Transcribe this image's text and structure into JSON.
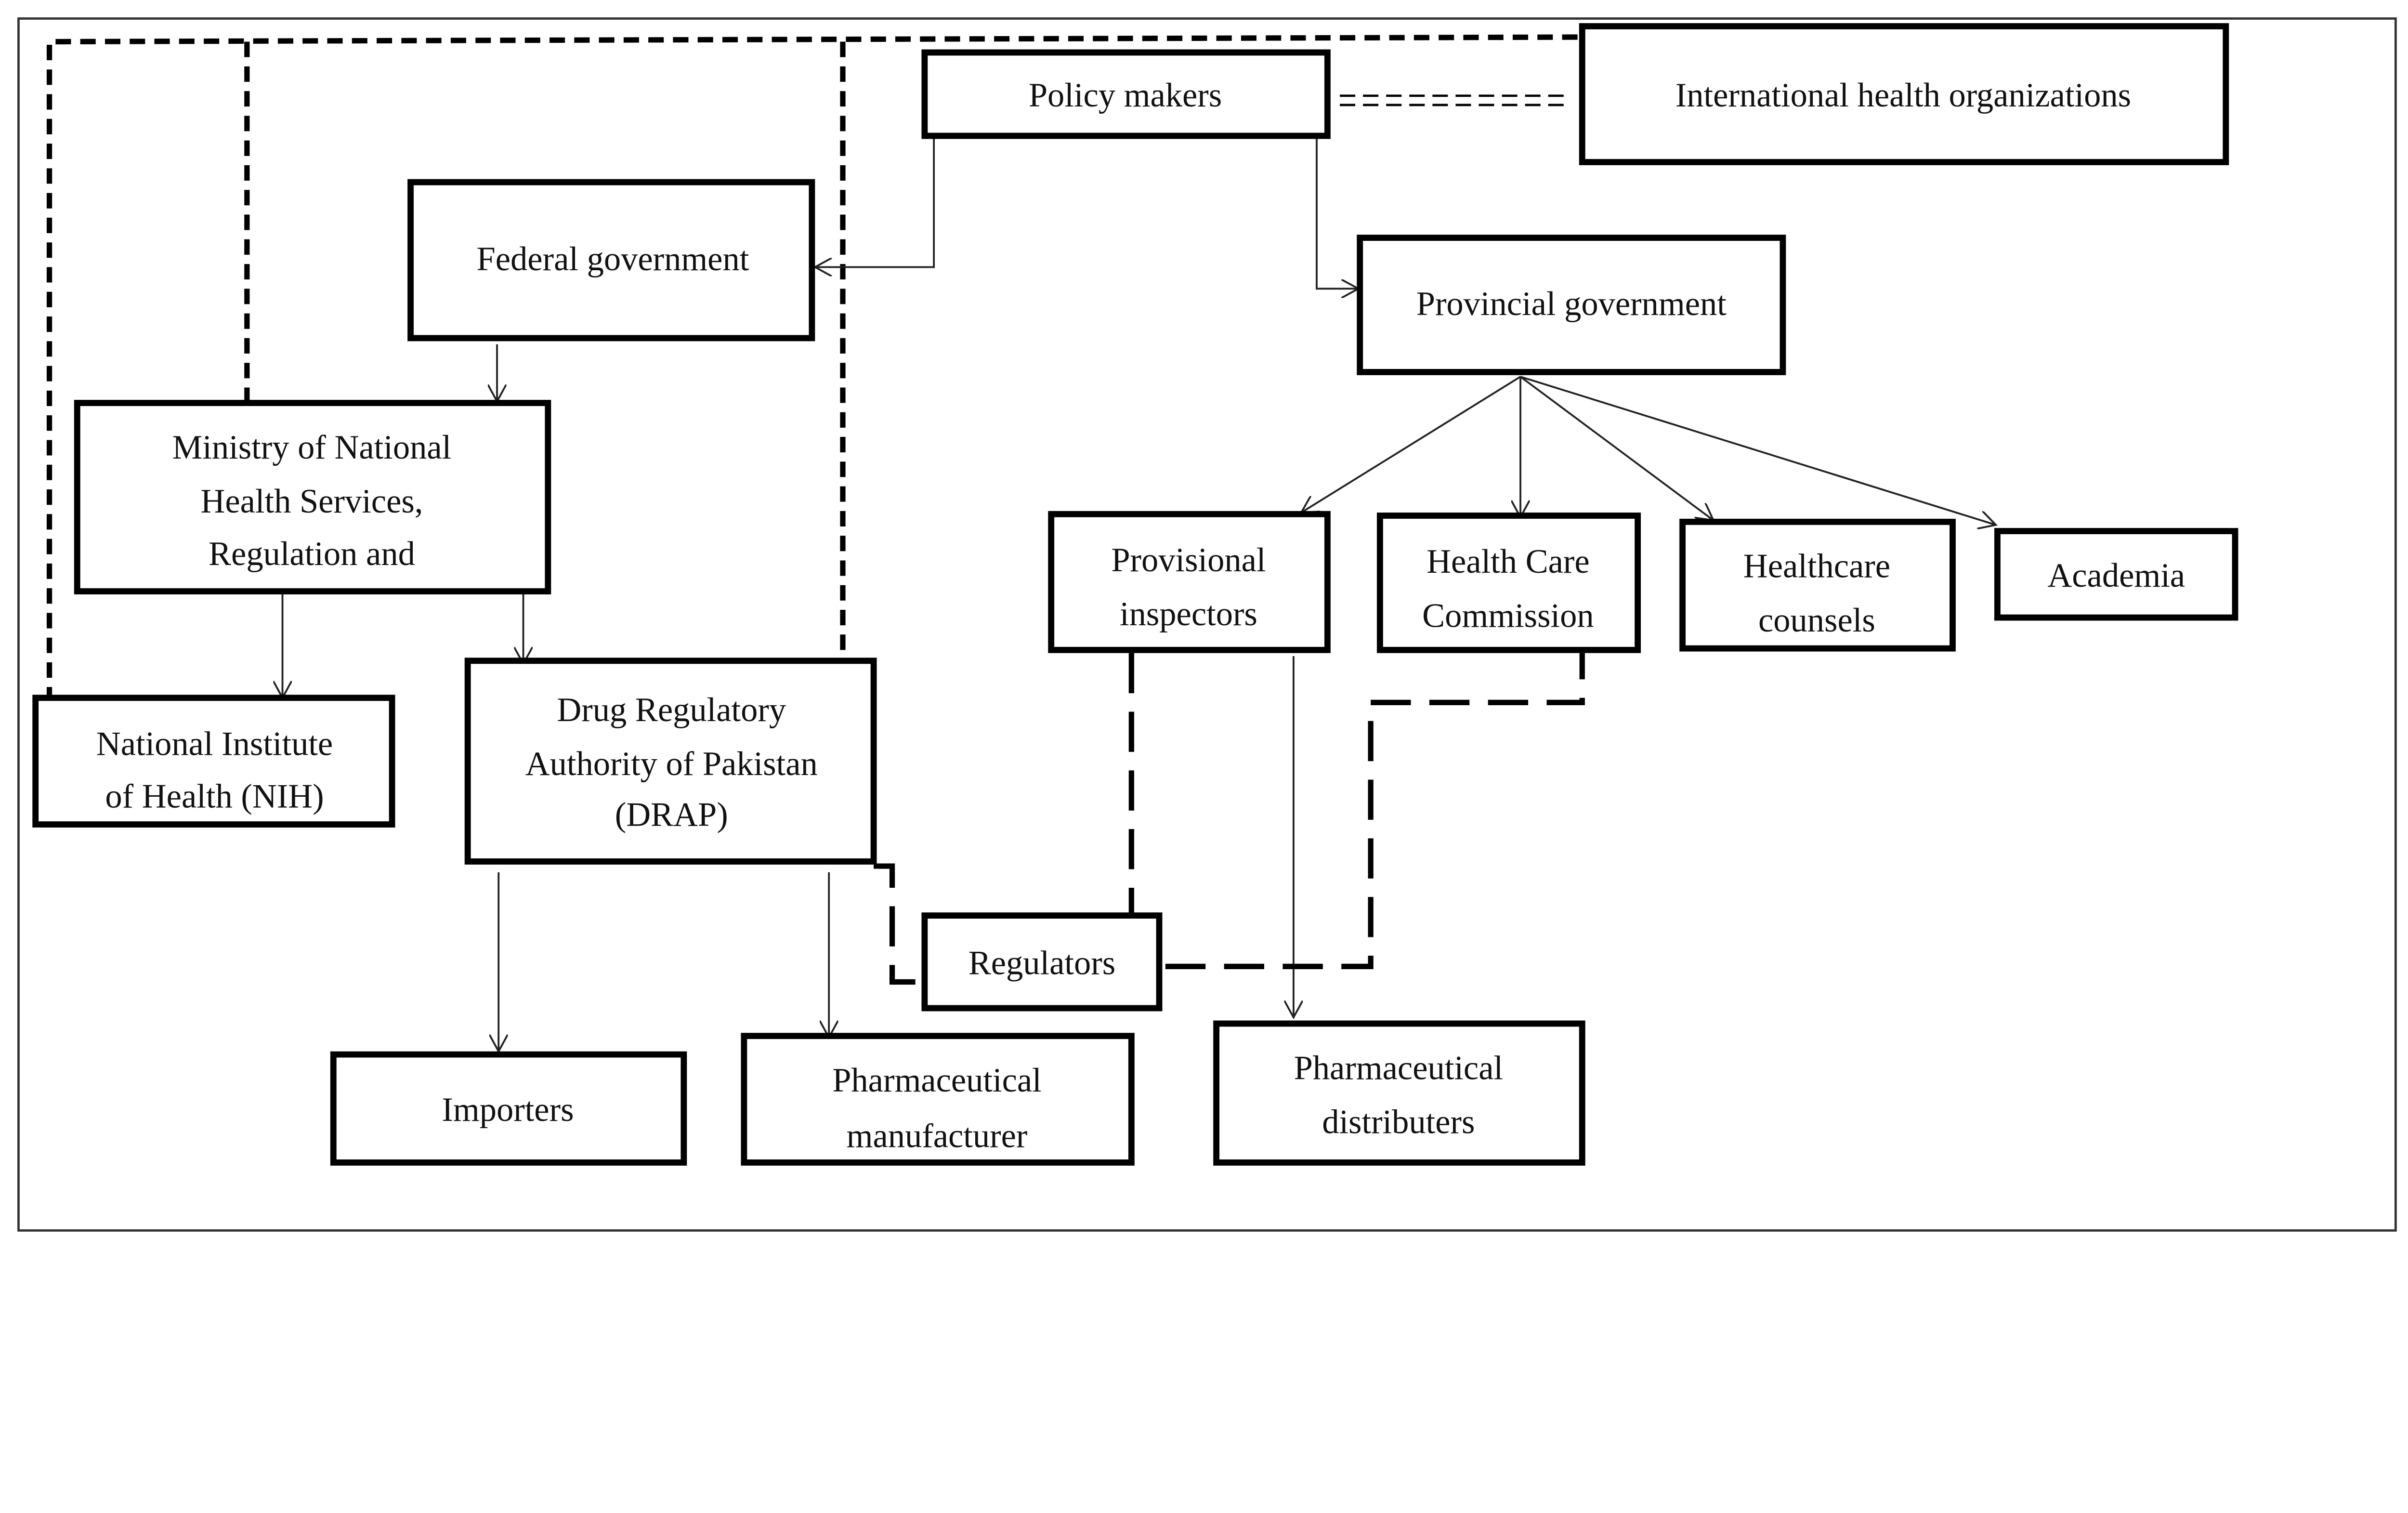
{
  "diagram": {
    "nodes": {
      "policy_makers": "Policy makers",
      "international": "International health organizations",
      "federal": "Federal government",
      "provincial": "Provincial government",
      "ministry": [
        "Ministry of National",
        "Health Services,",
        "Regulation and"
      ],
      "nih": [
        "National Institute",
        "of Health (NIH)"
      ],
      "drap": [
        "Drug Regulatory",
        "Authority of Pakistan",
        "(DRAP)"
      ],
      "inspectors": [
        "Provisional",
        "inspectors"
      ],
      "hcc": [
        "Health Care",
        "Commission"
      ],
      "counsels": [
        "Healthcare",
        "counsels"
      ],
      "academia": "Academia",
      "regulators": "Regulators",
      "importers": "Importers",
      "manufacturer": [
        "Pharmaceutical",
        "manufacturer"
      ],
      "distributers": [
        "Pharmaceutical",
        "distributers"
      ]
    },
    "edges": [
      {
        "from": "Policy makers",
        "to": "Federal government",
        "style": "solid-arrow"
      },
      {
        "from": "Policy makers",
        "to": "Provincial government",
        "style": "solid-arrow"
      },
      {
        "from": "Policy makers",
        "to": "International health organizations",
        "style": "double-dashed"
      },
      {
        "from": "Federal government",
        "to": "Ministry of National Health Services, Regulation and",
        "style": "solid-arrow"
      },
      {
        "from": "Ministry of National Health Services, Regulation and",
        "to": "National Institute of Health (NIH)",
        "style": "solid-arrow"
      },
      {
        "from": "Ministry of National Health Services, Regulation and",
        "to": "Drug Regulatory Authority of Pakistan (DRAP)",
        "style": "solid-arrow"
      },
      {
        "from": "Provincial government",
        "to": "Provisional inspectors",
        "style": "solid-arrow"
      },
      {
        "from": "Provincial government",
        "to": "Health Care Commission",
        "style": "solid-arrow"
      },
      {
        "from": "Provincial government",
        "to": "Healthcare counsels",
        "style": "solid-arrow"
      },
      {
        "from": "Provincial government",
        "to": "Academia",
        "style": "solid-arrow"
      },
      {
        "from": "Drug Regulatory Authority of Pakistan (DRAP)",
        "to": "Importers",
        "style": "solid-arrow"
      },
      {
        "from": "Drug Regulatory Authority of Pakistan (DRAP)",
        "to": "Pharmaceutical manufacturer",
        "style": "solid-arrow"
      },
      {
        "from": "Provisional inspectors",
        "to": "Pharmaceutical distributers",
        "style": "solid-arrow"
      },
      {
        "from": "Drug Regulatory Authority of Pakistan (DRAP)",
        "to": "Regulators",
        "style": "dashed"
      },
      {
        "from": "Provisional inspectors",
        "to": "Regulators",
        "style": "dashed"
      },
      {
        "from": "Health Care Commission",
        "to": "Regulators",
        "style": "dashed"
      }
    ]
  }
}
